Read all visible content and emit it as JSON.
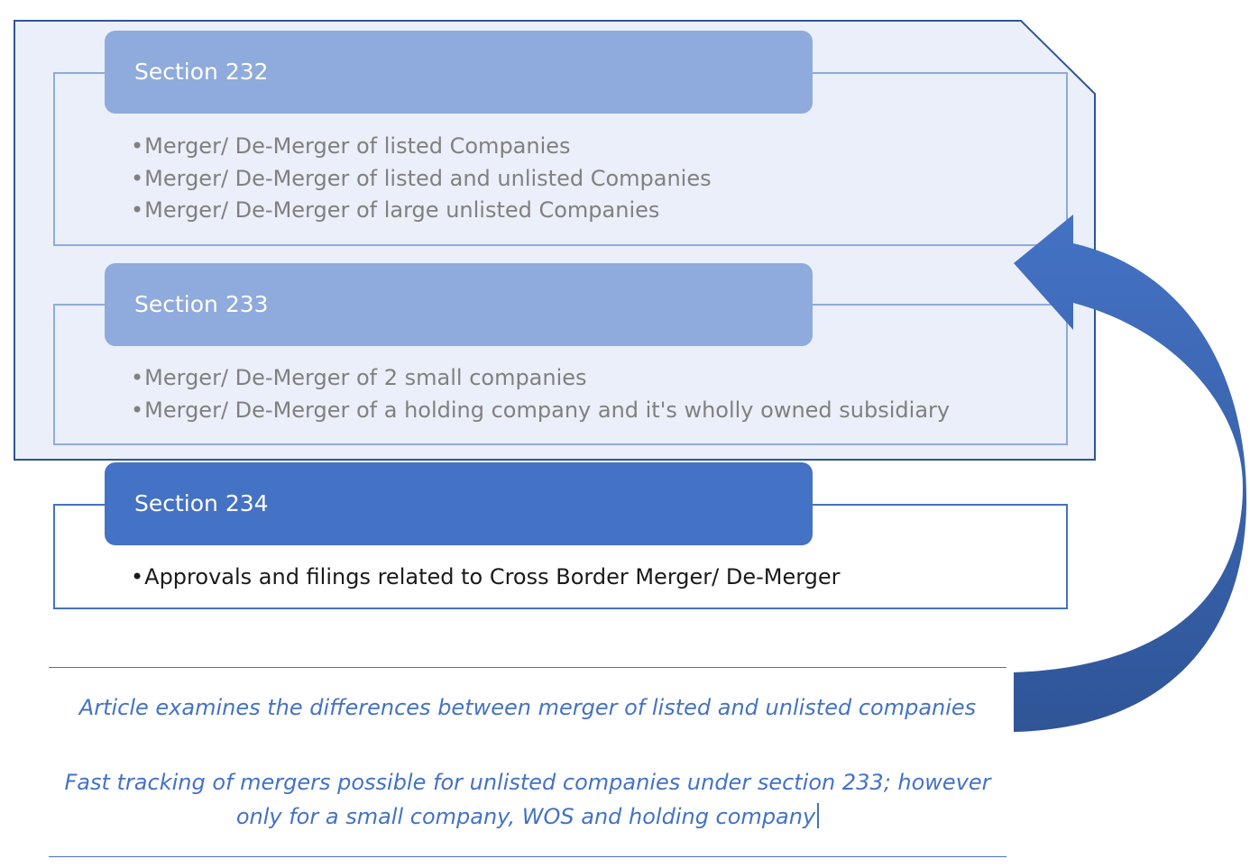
{
  "sections": [
    {
      "header": "Section 232",
      "bullets": [
        "Merger/ De-Merger of  listed Companies",
        "Merger/ De-Merger of listed and unlisted Companies",
        "Merger/ De-Merger of large unlisted Companies"
      ]
    },
    {
      "header": "Section 233",
      "bullets": [
        "Merger/ De-Merger of 2 small companies",
        "Merger/ De-Merger of a holding company and it's wholly owned subsidiary"
      ]
    },
    {
      "header": "Section 234",
      "bullets": [
        "Approvals and filings related to Cross Border Merger/ De-Merger"
      ]
    }
  ],
  "notes": {
    "line1": "Article examines the differences between merger of listed and unlisted companies",
    "line2": "Fast tracking of mergers possible for unlisted companies under section 233; however only for a small company, WOS and holding company"
  },
  "bullet_symbol": "•",
  "colors": {
    "header_light": "#8faadc",
    "header_dark": "#4472c4",
    "frame_border": "#8faadc",
    "callout_fill": "#eaeff9",
    "callout_border": "#2f5597",
    "arrow_light": "#4472c4",
    "arrow_dark": "#2f5597",
    "note_text": "#4472c4"
  },
  "icons": {
    "callout": "snipped-corner-rectangle",
    "arrow": "curved-left-arrow"
  }
}
